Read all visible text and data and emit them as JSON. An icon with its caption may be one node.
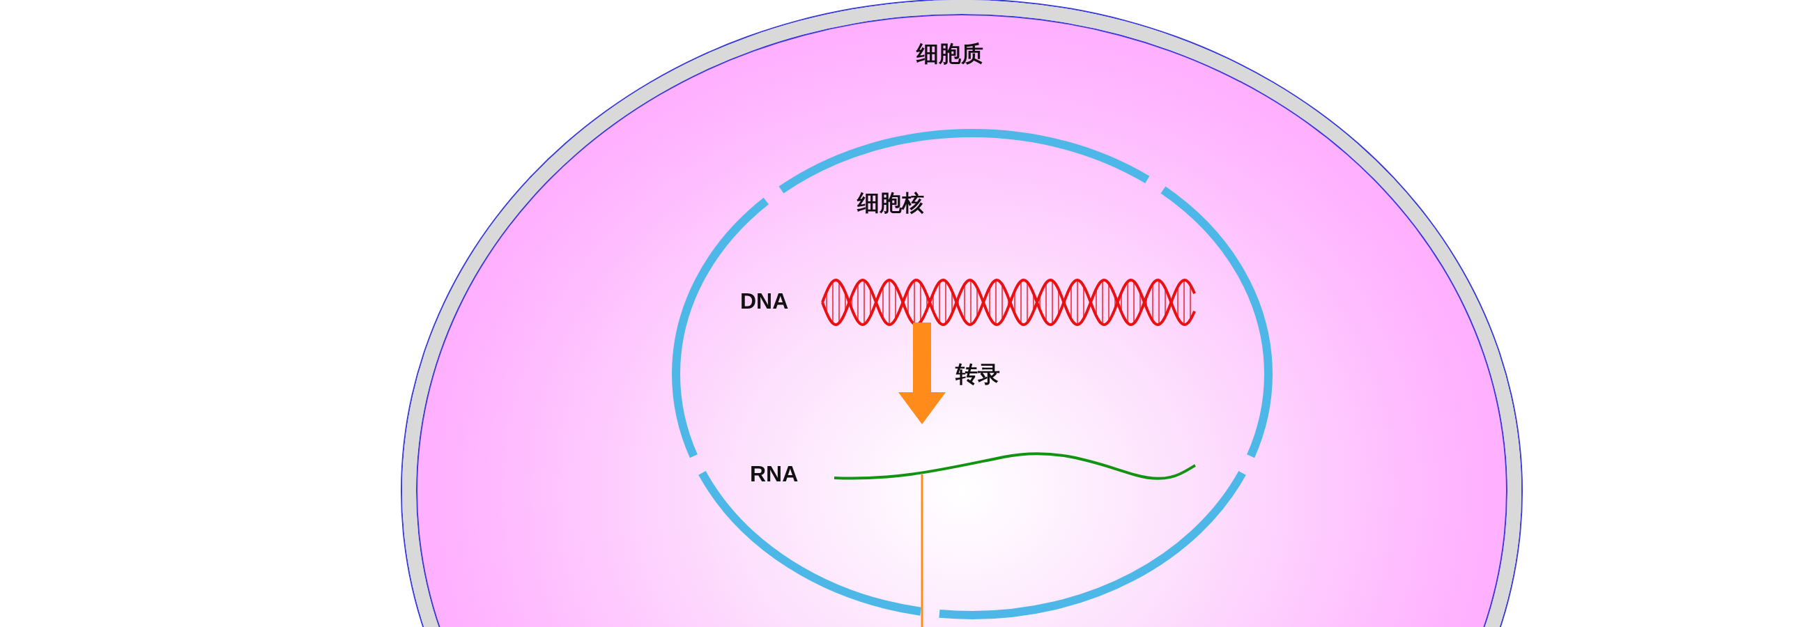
{
  "diagram": {
    "nodes": [
      {
        "text": [
          "细胞质"
        ]
      },
      {
        "text": [
          "细胞核"
        ],
        "in": 0
      },
      {
        "text": [
          "DNA"
        ],
        "in": 1
      },
      {
        "text": [
          "RNA"
        ],
        "in": 1
      }
    ],
    "edges": [
      {
        "from": 2,
        "to": 3,
        "arrow": "to",
        "label": "转录",
        "style": "thick",
        "color": "#ff8c1a"
      },
      {
        "from": 3,
        "to": null,
        "arrow": "none",
        "color": "#ff8c1a"
      }
    ]
  }
}
